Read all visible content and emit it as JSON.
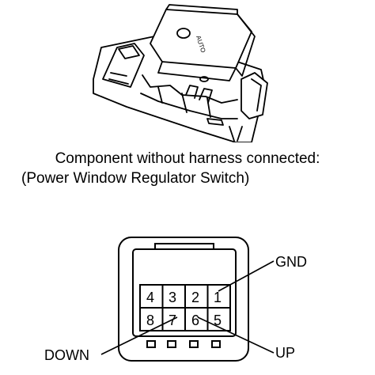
{
  "illustration": {
    "button_label": "AUTO"
  },
  "caption": {
    "line1": "Component without harness connected:",
    "line2": "(Power Window Regulator Switch)"
  },
  "connector": {
    "pins_top": [
      "4",
      "3",
      "2",
      "1"
    ],
    "pins_bottom": [
      "8",
      "7",
      "6",
      "5"
    ],
    "callouts": {
      "gnd": "GND",
      "down": "DOWN",
      "up": "UP"
    }
  }
}
